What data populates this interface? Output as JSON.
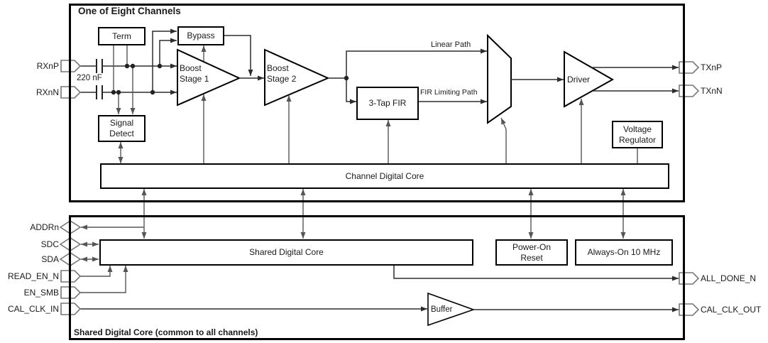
{
  "colors": {
    "background": "#ffffff",
    "box_border": "#000000",
    "signal_wire": "#2d2d2d",
    "control_wire": "#565656",
    "pin_border": "#777777"
  },
  "channel_section": {
    "title": "One of Eight Channels",
    "blocks": {
      "term": "Term",
      "bypass": "Bypass",
      "boost_stage_1": "Boost\nStage 1",
      "boost_stage_2": "Boost\nStage 2",
      "signal_detect": "Signal\nDetect",
      "fir": "3-Tap FIR",
      "driver": "Driver",
      "voltage_regulator": "Voltage\nRegulator",
      "channel_digital_core": "Channel Digital Core"
    },
    "labels": {
      "capacitor": "220 nF",
      "linear_path": "Linear Path",
      "fir_limiting_path": "FIR Limiting Path"
    },
    "pins": {
      "rxnp": "RXnP",
      "rxnn": "RXnN",
      "txnp": "TXnP",
      "txnn": "TXnN"
    }
  },
  "shared_section": {
    "title": "Shared Digital Core (common to all channels)",
    "blocks": {
      "shared_digital_core": "Shared Digital Core",
      "power_on_reset": "Power-On\nReset",
      "always_on": "Always-On 10 MHz",
      "buffer": "Buffer"
    },
    "pins": {
      "addrn": "ADDRn",
      "sdc": "SDC",
      "sda": "SDA",
      "read_en_n": "READ_EN_N",
      "en_smb": "EN_SMB",
      "cal_clk_in": "CAL_CLK_IN",
      "all_done_n": "ALL_DONE_N",
      "cal_clk_out": "CAL_CLK_OUT"
    }
  }
}
